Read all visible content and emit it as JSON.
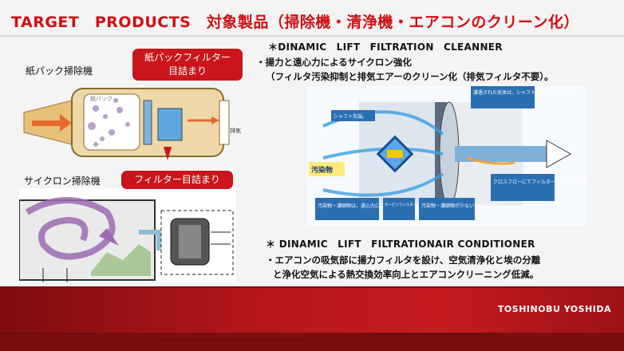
{
  "slide": {
    "title": "TARGET　PRODUCTS　対象製品（掃除機・清浄機・エアコンのクリーン化）",
    "section1": {
      "heading": "＊DINAMIC　LIFT　FILTRATION　CLEANNER",
      "line1": "・揚力と遠心力によるサイクロン強化",
      "line2": "（フィルタ汚染抑制と排気エアーのクリーン化（排気フィルタ不要）。"
    },
    "section2": {
      "heading": "＊ DINAMIC　LIFT　FILTRATIONAIR CONDITIONER",
      "line1": "・エアコンの吸気部に揚力フィルタを設け、空気清浄化と埃の分離",
      "line2": "と浄化空気による熱交換効率向上とエアコンクリーニング低減。"
    },
    "left_top": {
      "caption": "紙パック掃除機",
      "inner_label": "紙パック",
      "callout_line1": "紙パックフィルター",
      "callout_line2": "目詰まり",
      "side_label": "排気"
    },
    "left_bottom": {
      "caption": "サイクロン掃除機",
      "callout": "フィルター目詰まり"
    },
    "right_diagram": {
      "note_top_right": "濾過された気体は、シャフトを通り排気される。",
      "shaft_label": "シャフト先端。",
      "pollutant_label": "汚染物",
      "note_left": "汚染物・濃縮物は、遠心力にて外周に吐き出される。",
      "note_center": "タービンフィルターの揚力とプロペラ効果",
      "note_bottom": "汚染物・濃縮物が少ない気体が流れる。",
      "note_right": "クロスフローにてフィルター表面の目詰まりが生じ難い"
    },
    "footer": {
      "author": "TOSHINOBU YOSHIDA"
    },
    "colors": {
      "title_red": "#d10f14",
      "callout_red": "#c9151b",
      "footer_red": "#b3161a"
    }
  }
}
